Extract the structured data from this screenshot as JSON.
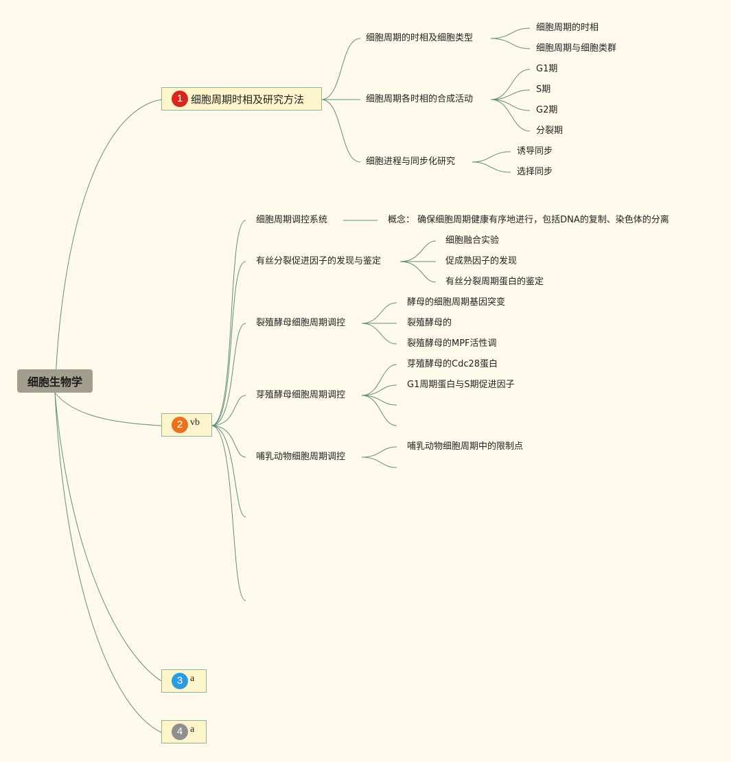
{
  "root": "细胞生物学",
  "topics": [
    {
      "marker": "1",
      "label": "细胞周期时相及研究方法"
    },
    {
      "marker": "2",
      "label": "vb"
    },
    {
      "marker": "3",
      "label": "a"
    },
    {
      "marker": "4",
      "label": "a"
    }
  ],
  "t1": {
    "c1": {
      "label": "细胞周期的时相及细胞类型",
      "children": [
        "细胞周期的时相",
        "细胞周期与细胞类群"
      ]
    },
    "c2": {
      "label": "细胞周期各时相的合成活动",
      "children": [
        "G1期",
        "S期",
        "G2期",
        "分裂期"
      ]
    },
    "c3": {
      "label": "细胞进程与同步化研究",
      "children": [
        "诱导同步",
        "选择同步"
      ]
    }
  },
  "t2": {
    "c1": {
      "label": "细胞周期调控系统",
      "children": [
        "概念： 确保细胞周期健康有序地进行，包括DNA的复制、染色体的分离"
      ]
    },
    "c2": {
      "label": "有丝分裂促进因子的发现与鉴定",
      "children": [
        "细胞融合实验",
        "促成熟因子的发现",
        "有丝分裂周期蛋白的鉴定"
      ]
    },
    "c3": {
      "label": "裂殖酵母细胞周期调控",
      "children": [
        "酵母的细胞周期基因突变",
        "裂殖酵母的",
        "裂殖酵母的MPF活性调"
      ]
    },
    "c4": {
      "label": "芽殖酵母细胞周期调控",
      "children": [
        "芽殖酵母的Cdc28蛋白",
        "G1周期蛋白与S期促进因子",
        "",
        ""
      ]
    },
    "c5": {
      "label": "哺乳动物细胞周期调控",
      "children": [
        "哺乳动物细胞周期中的限制点",
        ""
      ]
    },
    "c6": {
      "label": ""
    },
    "c7": {
      "label": ""
    }
  },
  "colors": {
    "background": "#fef9eb",
    "line": "#5f8f78",
    "topic_fill": "#fdf4cc",
    "root_fill": "#a49e8f"
  }
}
